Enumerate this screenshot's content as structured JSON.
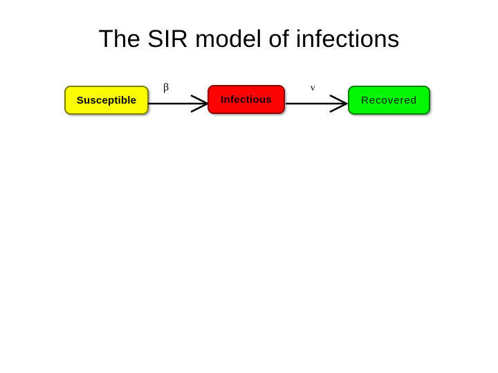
{
  "slide": {
    "title": "The SIR model of infections",
    "background_color": "#ffffff"
  },
  "diagram": {
    "type": "compartmental-flow",
    "nodes": [
      {
        "id": "susceptible",
        "label": "Susceptible",
        "fill_color": "#fbfb03",
        "border_color": "#7a7a06",
        "text_color": "#000000"
      },
      {
        "id": "infectious",
        "label": "Infectious",
        "fill_color": "#fc0404",
        "border_color": "#8a0202",
        "text_color": "#1a0000"
      },
      {
        "id": "recovered",
        "label": "Recovered",
        "fill_color": "#03f703",
        "border_color": "#057a05",
        "text_color": "#0a1a0a"
      }
    ],
    "edges": [
      {
        "id": "susceptible-to-infectious",
        "from": "susceptible",
        "to": "infectious",
        "label": "β"
      },
      {
        "id": "infectious-to-recovered",
        "from": "infectious",
        "to": "recovered",
        "label": "ν"
      }
    ]
  }
}
